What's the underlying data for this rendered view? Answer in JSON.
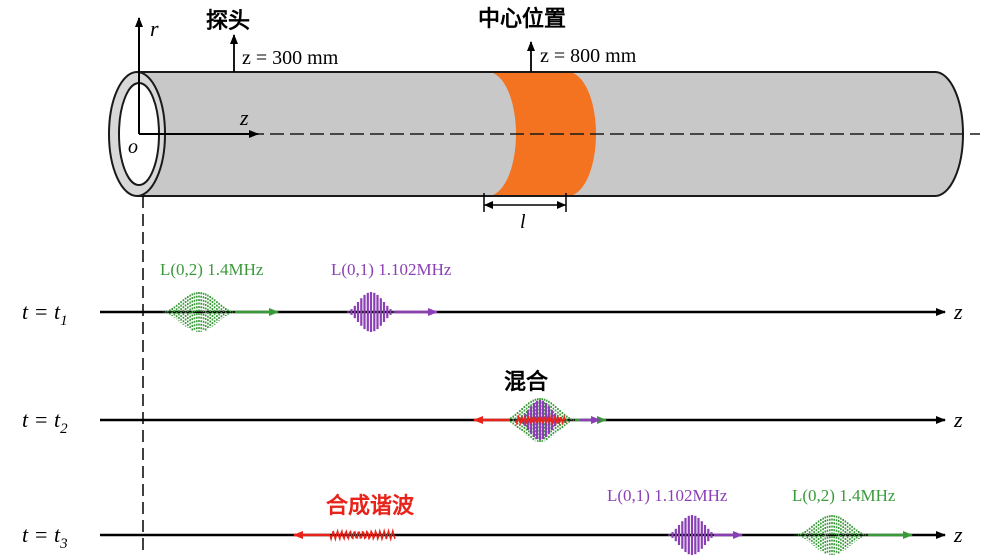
{
  "pipe": {
    "probe_label": "探头",
    "probe_position": "z = 300 mm",
    "center_label": "中心位置",
    "center_position": "z = 800 mm",
    "length_symbol": "l",
    "axis_r": "r",
    "axis_z": "z",
    "origin": "o",
    "colors": {
      "pipe": "#c8c8c8",
      "band": "#f37321",
      "outline": "#1a1a1a"
    }
  },
  "timelines": [
    {
      "t_label": "t = t",
      "t_sub": "1",
      "axis": "z"
    },
    {
      "t_label": "t = t",
      "t_sub": "2",
      "axis": "z"
    },
    {
      "t_label": "t = t",
      "t_sub": "3",
      "axis": "z"
    }
  ],
  "waves": {
    "l02_label": "L(0,2) 1.4MHz",
    "l01_label": "L(0,1) 1.102MHz",
    "mixing_label": "混合",
    "harmonic_label": "合成谐波",
    "colors": {
      "l02": "#3a9a3a",
      "l01": "#8a3fb5",
      "harmonic": "#e8231a"
    }
  }
}
